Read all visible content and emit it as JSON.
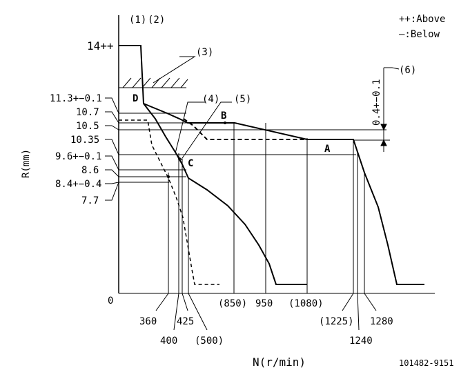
{
  "diagram": {
    "refs": {
      "r1": "(1)",
      "r2": "(2)",
      "r3": "(3)",
      "r4": "(4)",
      "r5": "(5)",
      "r6": "(6)"
    },
    "legend": {
      "above": "++:Above",
      "below": "—:Below"
    },
    "y_axis": {
      "title": "R(mm)",
      "ticks": {
        "t14": "14++",
        "t113": "11.3+−0.1",
        "t107": "10.7",
        "t105": "10.5",
        "t1035": "10.35",
        "t96": "9.6+−0.1",
        "t86": "8.6",
        "t84": "8.4+−0.4",
        "t77": "7.7"
      }
    },
    "x_axis": {
      "title": "N(r/min)",
      "zero": "0",
      "ticks": {
        "n360": "360",
        "n400": "400",
        "n425": "425",
        "n500": "(500)",
        "n850": "(850)",
        "n950": "950",
        "n1080": "(1080)",
        "n1225": "(1225)",
        "n1240": "1240",
        "n1280": "1280"
      }
    },
    "points": {
      "A": "A",
      "B": "B",
      "C": "C",
      "D": "D"
    },
    "tolerance": "0.4+−0.1",
    "doc_id": "101482-9151"
  }
}
